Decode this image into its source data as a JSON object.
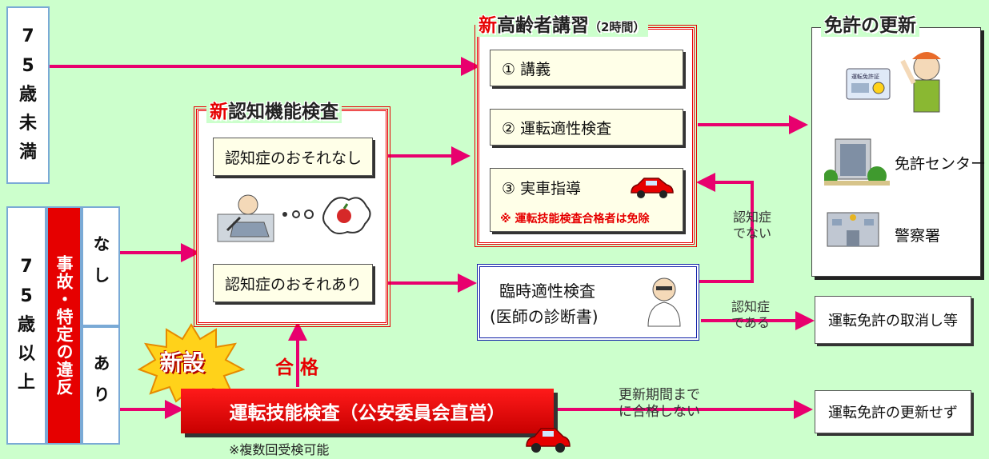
{
  "age_under75": {
    "chars": [
      "7",
      "5",
      "歳",
      "未",
      "満"
    ]
  },
  "age_over75": {
    "chars": [
      "7",
      "5",
      "歳",
      "以",
      "上"
    ]
  },
  "violation_label": "事故・特定の違反",
  "none_label": "なし",
  "yes_label": "あり",
  "cognitive": {
    "new": "新",
    "title": "認知機能検査",
    "no_risk": "認知症のおそれなし",
    "risk": "認知症のおそれあり"
  },
  "lecture": {
    "new": "新",
    "title": "高齢者講習",
    "duration": "（2時間）",
    "item1": "① 講義",
    "item2": "② 運転適性検査",
    "item3": "③ 実車指導",
    "note": "※ 運転技能検査合格者は免除"
  },
  "renewal": {
    "title": "免許の更新",
    "card_text": "運転免許証",
    "center": "免許センター",
    "police": "警察署"
  },
  "clinical": {
    "line1": "臨時適性検査",
    "line2": "(医師の診断書)"
  },
  "labels": {
    "not_dementia": "認知症\nでない",
    "is_dementia": "認知症\nである",
    "pass": "合 格",
    "not_passed": "更新期間まで\nに合格しない"
  },
  "outcomes": {
    "revoke": "運転免許の取消し等",
    "no_renew": "運転免許の更新せず"
  },
  "skills_test": {
    "badge": "新設",
    "title": "運転技能検査（公安委員会直営）",
    "note": "※複数回受検可能"
  },
  "colors": {
    "arrow": "#e8006e",
    "accent_red": "#e60000",
    "frame_blue": "#1020a8",
    "background": "#ccffcc"
  }
}
